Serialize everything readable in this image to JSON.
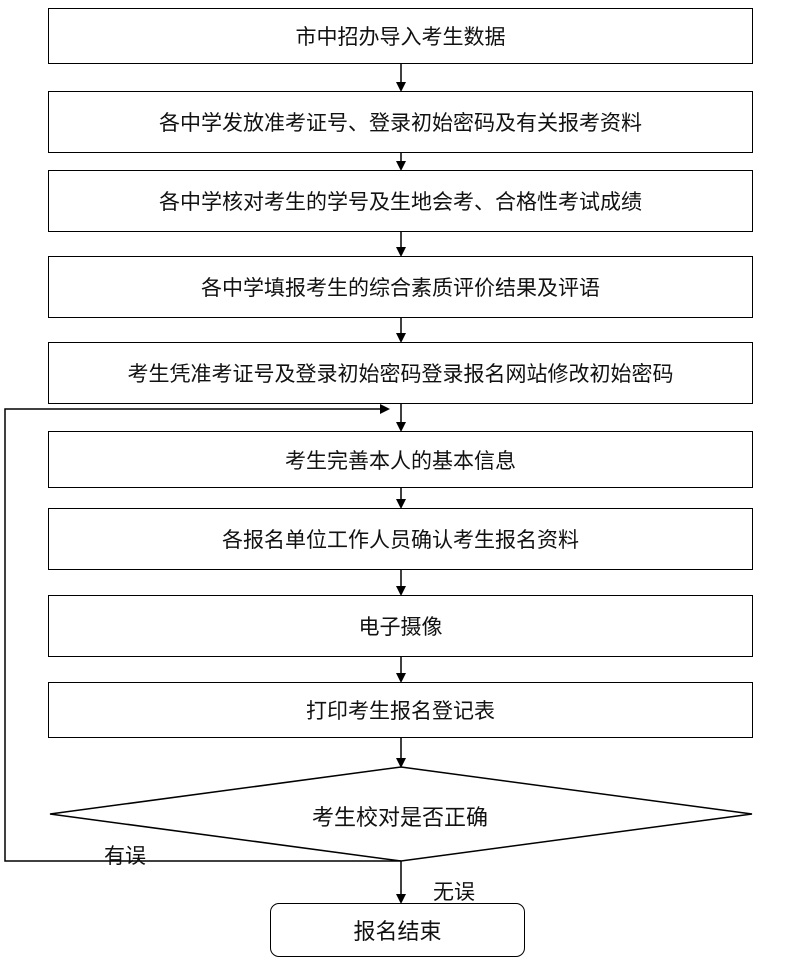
{
  "steps": [
    "市中招办导入考生数据",
    "各中学发放准考证号、登录初始密码及有关报考资料",
    "各中学核对考生的学号及生地会考、合格性考试成绩",
    "各中学填报考生的综合素质评价结果及评语",
    "考生凭准考证号及登录初始密码登录报名网站修改初始密码",
    "考生完善本人的基本信息",
    "各报名单位工作人员确认考生报名资料",
    "电子摄像",
    "打印考生报名登记表"
  ],
  "decision": {
    "text": "考生校对是否正确",
    "no_label": "有误",
    "yes_label": "无误"
  },
  "end": {
    "text": "报名结束"
  }
}
